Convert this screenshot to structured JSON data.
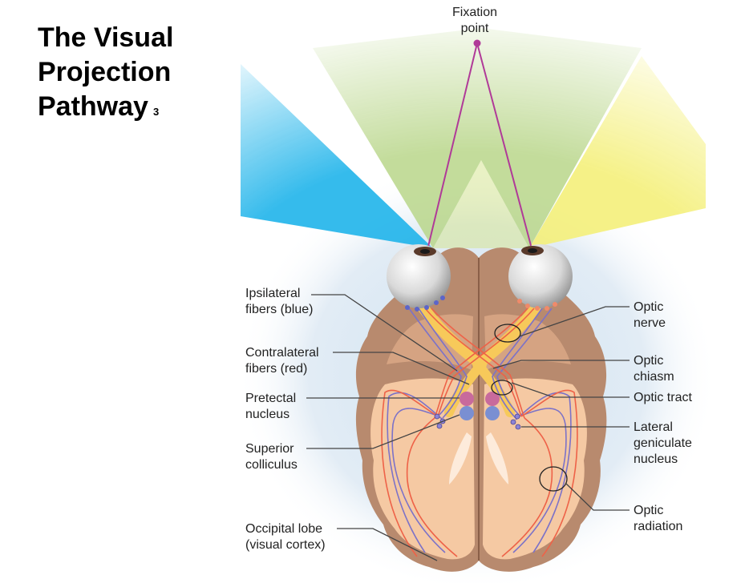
{
  "title": {
    "line1": "The Visual",
    "line2": "Projection",
    "line3": "Pathway",
    "sub": "3"
  },
  "labels": {
    "fixation_1": "Fixation",
    "fixation_2": "point",
    "ipsi_1": "Ipsilateral",
    "ipsi_2": "fibers (blue)",
    "contra_1": "Contralateral",
    "contra_2": "fibers (red)",
    "pretectal_1": "Pretectal",
    "pretectal_2": "nucleus",
    "superior_1": "Superior",
    "superior_2": "colliculus",
    "occipital_1": "Occipital lobe",
    "occipital_2": "(visual cortex)",
    "optic_nerve_1": "Optic",
    "optic_nerve_2": "nerve",
    "chiasm_1": "Optic",
    "chiasm_2": "chiasm",
    "tract": "Optic tract",
    "lgn_1": "Lateral",
    "lgn_2": "geniculate",
    "lgn_3": "nucleus",
    "radiation_1": "Optic",
    "radiation_2": "radiation"
  },
  "colors": {
    "field_blue": "#1fb4ea",
    "field_green": "#b8d68a",
    "field_yellow": "#f4f07a",
    "brain_outer": "#b88a6e",
    "brain_inner": "#f5c9a3",
    "ipsilateral": "#7c72c8",
    "contralateral": "#ee6248",
    "sight_line": "#b03a98",
    "leader": "#444444"
  }
}
